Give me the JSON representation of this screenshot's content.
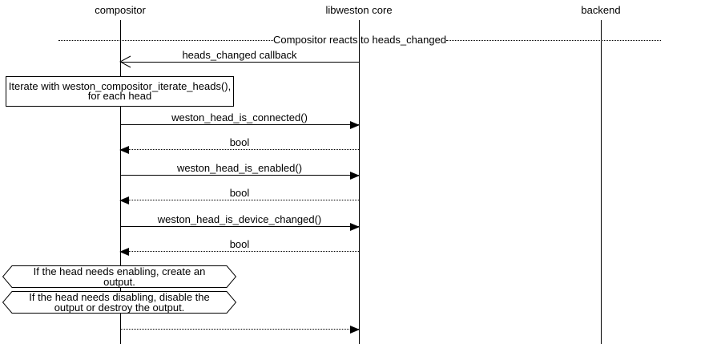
{
  "participants": [
    {
      "label": "compositor"
    },
    {
      "label": "libweston core"
    },
    {
      "label": "backend"
    }
  ],
  "divider": {
    "label": "Compositor reacts to heads_changed"
  },
  "messages": [
    {
      "label": "heads_changed callback",
      "from": "libweston core",
      "to": "compositor",
      "line": "solid",
      "arrowhead": "open"
    },
    {
      "label": "weston_head_is_connected()",
      "from": "compositor",
      "to": "libweston core",
      "line": "solid",
      "arrowhead": "filled"
    },
    {
      "label": "bool",
      "from": "libweston core",
      "to": "compositor",
      "line": "dotted",
      "arrowhead": "filled"
    },
    {
      "label": "weston_head_is_enabled()",
      "from": "compositor",
      "to": "libweston core",
      "line": "solid",
      "arrowhead": "filled"
    },
    {
      "label": "bool",
      "from": "libweston core",
      "to": "compositor",
      "line": "dotted",
      "arrowhead": "filled"
    },
    {
      "label": "weston_head_is_device_changed()",
      "from": "compositor",
      "to": "libweston core",
      "line": "solid",
      "arrowhead": "filled"
    },
    {
      "label": "bool",
      "from": "libweston core",
      "to": "compositor",
      "line": "dotted",
      "arrowhead": "filled"
    },
    {
      "label": "",
      "from": "compositor",
      "to": "libweston core",
      "line": "dotted",
      "arrowhead": "filled"
    }
  ],
  "notes": [
    {
      "label": "Iterate with weston_compositor_iterate_heads(), for each head"
    },
    {
      "label": "If the head needs enabling, create an output."
    },
    {
      "label": "If the head needs disabling, disable the output or destroy the output."
    }
  ],
  "colors": {
    "line": "#000000",
    "background": "#ffffff"
  }
}
